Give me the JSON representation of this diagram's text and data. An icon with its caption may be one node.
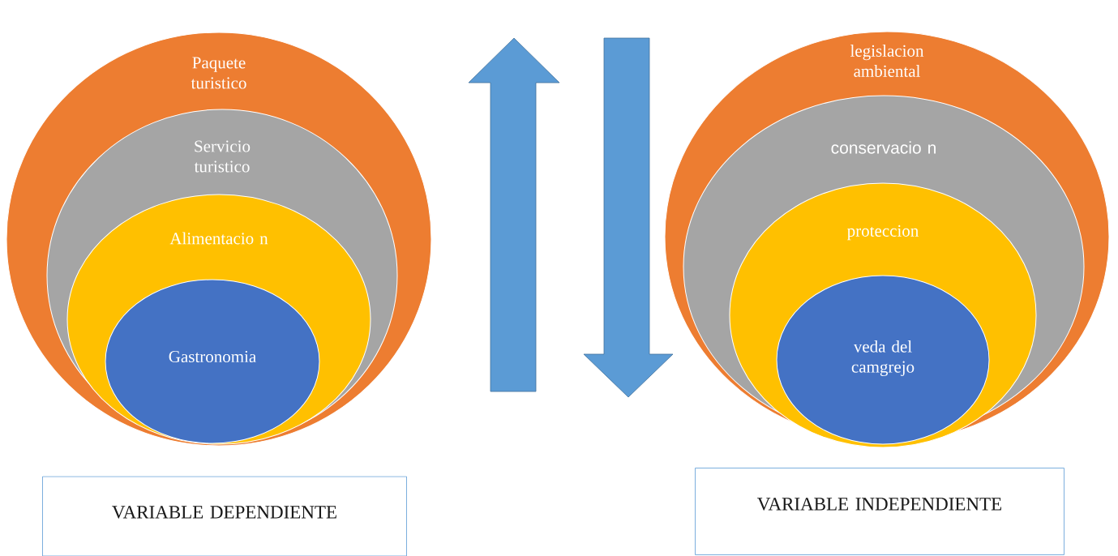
{
  "diagram": {
    "nodes": [
      {
        "text": [
          "Paquete turistico"
        ]
      },
      {
        "text": [
          "Servicio turistico"
        ],
        "in": 0
      },
      {
        "text": [
          "Alimentacio n"
        ],
        "in": 1
      },
      {
        "text": [
          "Gastronomia"
        ],
        "in": 2
      },
      {
        "text": [
          "legislacion ambiental"
        ]
      },
      {
        "text": [
          "conservacio n"
        ],
        "in": 4
      },
      {
        "text": [
          "proteccion"
        ],
        "in": 5
      },
      {
        "text": [
          "veda del camgrejo"
        ],
        "in": 6
      },
      {
        "text": [
          "VARIABLE DEPENDIENTE"
        ]
      },
      {
        "text": [
          "VARIABLE INDEPENDIENTE"
        ]
      }
    ]
  }
}
